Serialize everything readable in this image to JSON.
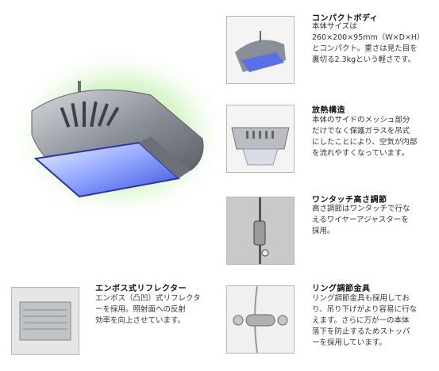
{
  "features": [
    {
      "title": "コンパクトボディ",
      "lines": [
        "本体サイズは",
        "260×200×95mm（W×D×H）",
        "とコンパクト。重さは見た目を",
        "裏切る2.3kgという軽さです。"
      ]
    },
    {
      "title": "放熱構造",
      "lines": [
        "本体のサイドのメッシュ部分",
        "だけでなく保護ガラスを吊式",
        "にしたことにより、空気が内部",
        "を流れやすくなっています。"
      ]
    },
    {
      "title": "ワンタッチ高さ調節",
      "lines": [
        "高さ調節はワンタッチで行な",
        "えるワイヤーアジャスターを",
        "採用。"
      ]
    },
    {
      "title": "エンボス式リフレクター",
      "lines": [
        "エンボス（凸凹）式リフレクタ",
        "ーを採用。照射面への反射",
        "効率を向上させています。"
      ]
    },
    {
      "title": "リング調節金具",
      "lines": [
        "リング調節金具も採用してお",
        "り、吊り下げがより容易に行な",
        "えます。さらに万が一の本体",
        "落下を防止するためストッパ",
        "ーを採用しています。"
      ]
    }
  ]
}
